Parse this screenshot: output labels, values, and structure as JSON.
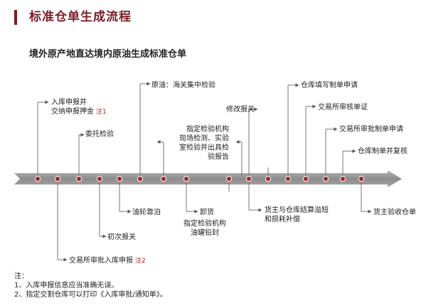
{
  "title": "标准仓单生成流程",
  "subtitle": "境外原产地直达境内原油生成标准仓单",
  "colors": {
    "accent": "#7a1f24",
    "marker": "#a12a2f",
    "arrow": "#8a8a8a",
    "note": "#b01e23"
  },
  "steps": {
    "s1": {
      "line1": "入库申报并",
      "line2": "交纳申报押金",
      "note": "注1"
    },
    "s2": {
      "text": "交易所审批入库申报",
      "note": "注2"
    },
    "s3": {
      "text": "委托检验"
    },
    "s4": {
      "text": "初次报关"
    },
    "s5": {
      "text": "油轮靠泊"
    },
    "s6": {
      "text": "原油：海关集中检验"
    },
    "s7": {
      "line1": "指定检验机构",
      "line2": "现场检测、实验",
      "line3": "室检验并出具检",
      "line4": "验报告"
    },
    "s8": {
      "text": "卸货"
    },
    "s9": {
      "line1": "指定检验机构",
      "line2": "油罐铅封"
    },
    "s10": {
      "text": "修改报关"
    },
    "s11": {
      "line1": "货主与仓库结算溢短",
      "line2": "和损耗补偿"
    },
    "s12": {
      "text": "仓库填写制单申请"
    },
    "s13": {
      "text": "交易所审核单证"
    },
    "s14": {
      "text": "交易所审批制单申请"
    },
    "s15": {
      "text": "仓库制单并复核"
    },
    "s16": {
      "text": "货主验收仓单"
    }
  },
  "notes": {
    "heading": "注：",
    "n1": "1、入库申报信息应当准确无误。",
    "n2": "2、指定交割仓库可以打印《入库审批/通知单》。"
  }
}
